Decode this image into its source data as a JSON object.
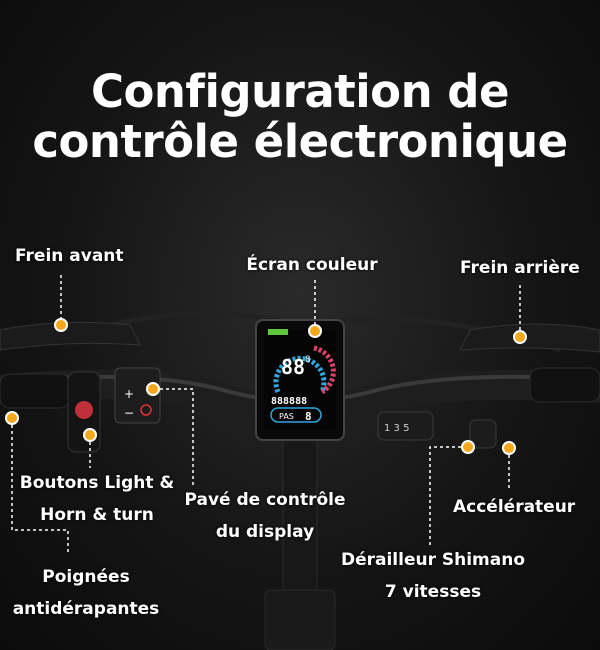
{
  "title": {
    "line1": "Configuration de",
    "line2": "contrôle électronique"
  },
  "labels": {
    "front_brake": "Frein avant",
    "color_screen": "Écran couleur",
    "rear_brake": "Frein arrière",
    "buttons_line1": "Boutons Light &",
    "buttons_line2": "Horn & turn",
    "pad_line1": "Pavé de contrôle",
    "pad_line2": "du display",
    "throttle": "Accélérateur",
    "derailleur_line1": "Dérailleur Shimano",
    "derailleur_line2": "7 vitesses",
    "grips_line1": "Poignées",
    "grips_line2": "antidérapantes"
  },
  "display": {
    "speed": "88",
    "speed_decimal": "8",
    "odometer": "888888",
    "pas_label": "PAS",
    "pas_level": "8"
  },
  "colors": {
    "accent": "#f5a81c",
    "background": "#141414",
    "text": "#ffffff"
  }
}
